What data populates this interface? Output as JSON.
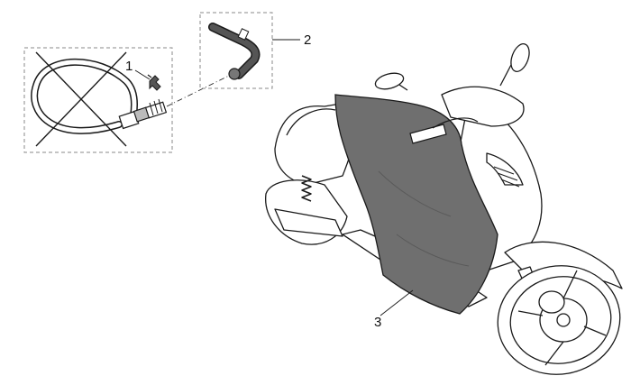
{
  "diagram": {
    "callouts": [
      {
        "id": "1",
        "label": "1"
      },
      {
        "id": "2",
        "label": "2"
      },
      {
        "id": "3",
        "label": "3"
      }
    ],
    "colors": {
      "line": "#1a1a1a",
      "apron": "#6f6f6f",
      "part_dark": "#4a4a4a",
      "dash": "#888888"
    }
  }
}
